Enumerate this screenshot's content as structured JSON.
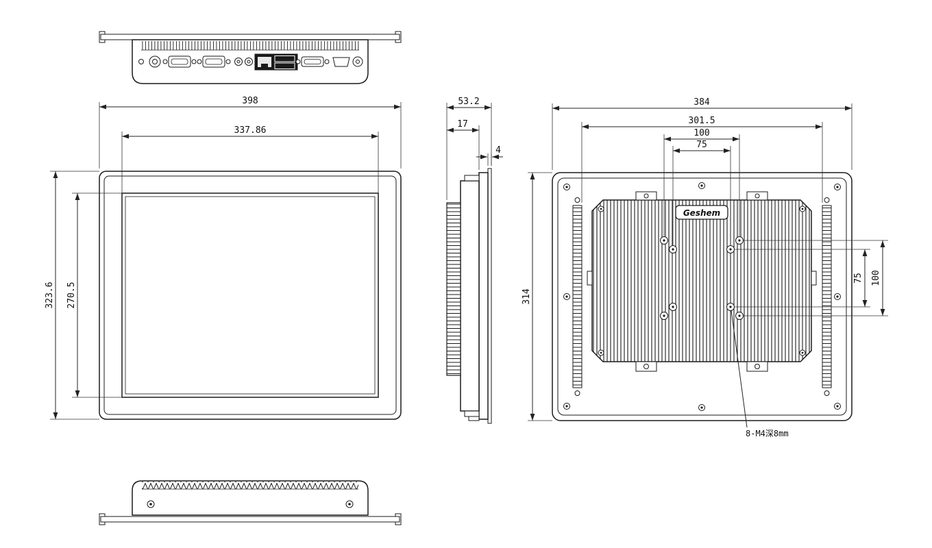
{
  "palette": {
    "ink": "#1a1a1a",
    "background": "#ffffff"
  },
  "views": {
    "front": {
      "dims": {
        "outer_width": "398",
        "display_width": "337.86",
        "outer_height": "323.6",
        "display_height": "270.5"
      }
    },
    "side": {
      "dims": {
        "total_depth": "53.2",
        "chassis_depth": "17",
        "panel_lip": "4"
      }
    },
    "rear": {
      "logo_text": "Geshem",
      "mounting_note": "8-M4深8mm",
      "dims": {
        "outer_width": "384",
        "inner_width": "301.5",
        "vesa_width_100": "100",
        "vesa_width_75": "75",
        "outer_height": "314",
        "vesa_height_75": "75",
        "vesa_height_100": "100"
      }
    }
  }
}
